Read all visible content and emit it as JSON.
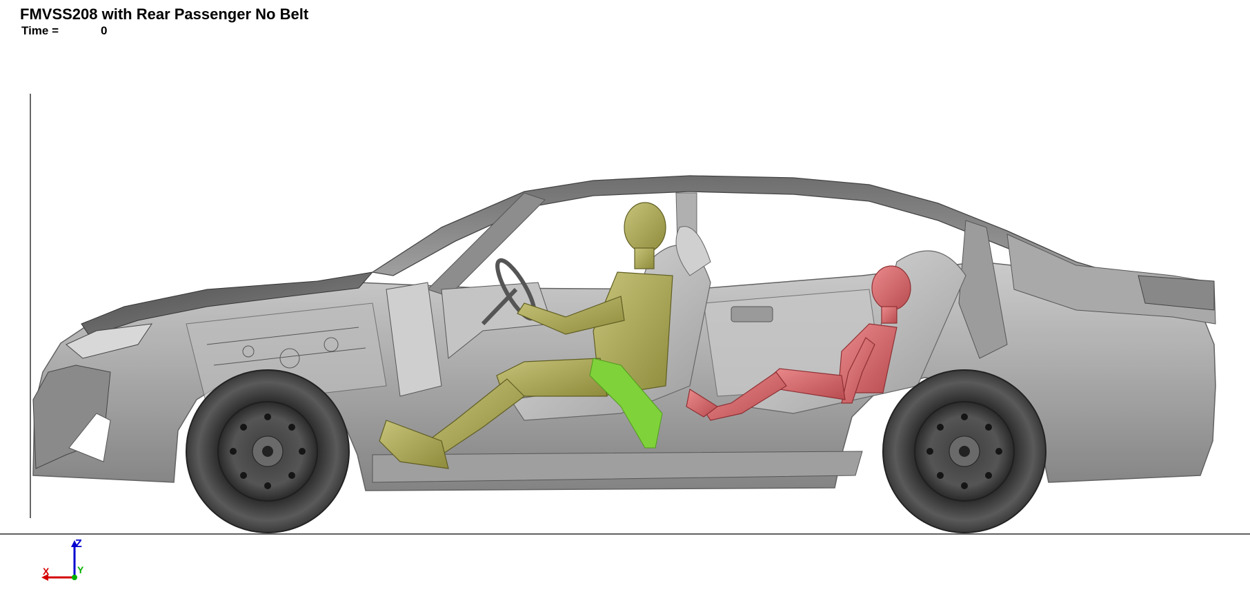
{
  "header": {
    "title": "FMVSS208 with Rear Passenger No Belt",
    "time_label": "Time =",
    "time_value": "0"
  },
  "triad": {
    "x_label": "X",
    "y_label": "Y",
    "z_label": "Z",
    "x_color": "#d40000",
    "y_color": "#00b000",
    "z_color": "#0000d0"
  },
  "colors": {
    "background": "#ffffff",
    "vehicle_body": "#9a9a9a",
    "driver_dummy": "#a8a64e",
    "rear_dummy": "#d9686b",
    "seat_belt": "#7fd23a"
  }
}
